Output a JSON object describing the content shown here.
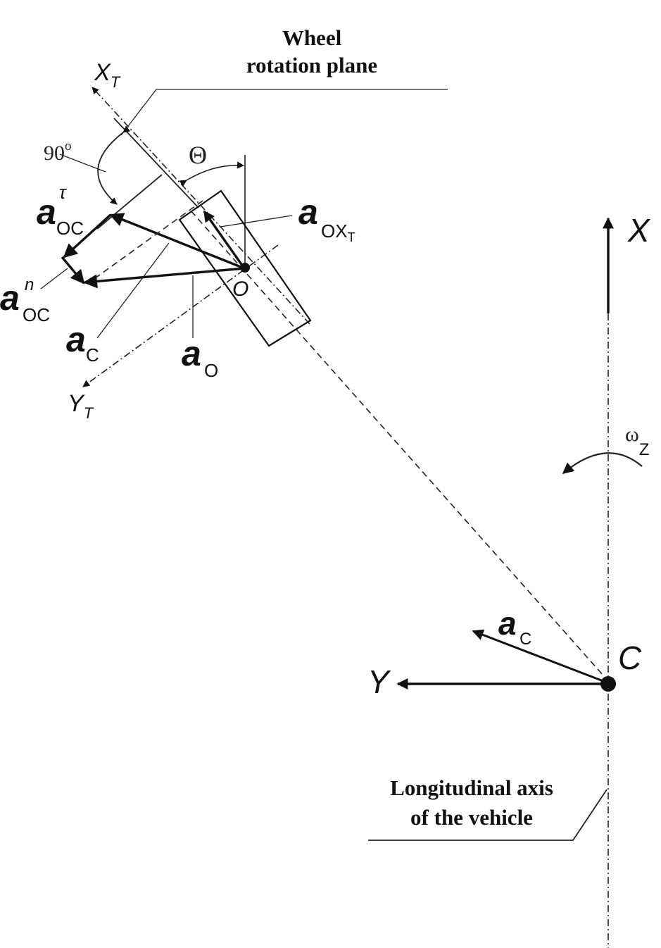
{
  "diagram": {
    "labels": {
      "wheel_plane_line1": "Wheel",
      "wheel_plane_line2": "rotation plane",
      "longitudinal_line1": "Longitudinal axis",
      "longitudinal_line2": "of the vehicle",
      "angle_90": "90",
      "angle_90_unit": "o",
      "theta": "Θ",
      "axis_XT": "X",
      "axis_XT_sub": "T",
      "axis_YT": "Y",
      "axis_YT_sub": "T",
      "axis_X": "X",
      "axis_Y": "Y",
      "point_O": "O",
      "point_C": "C",
      "omega": "ω",
      "omega_sub": "Z",
      "a_OC_tau": "a",
      "a_OC_tau_sup": "τ",
      "a_OC_tau_sub": "OC",
      "a_OC_n": "a",
      "a_OC_n_sup": "n",
      "a_OC_n_sub": "OC",
      "a_C_left": "a",
      "a_C_left_sub": "C",
      "a_O": "a",
      "a_O_sub": "O",
      "a_OXT": "a",
      "a_OXT_sub": "OX",
      "a_OXT_subsub": "T",
      "a_C_right": "a",
      "a_C_right_sub": "C"
    }
  }
}
